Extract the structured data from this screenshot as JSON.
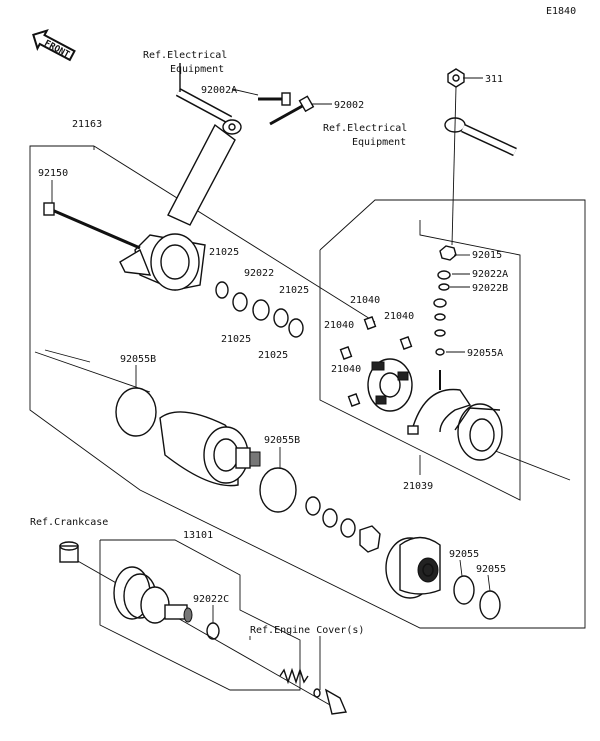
{
  "diagram_id": "E1840",
  "front_label": "FRONT",
  "labels": {
    "ref_electrical_1_line1": "Ref.Electrical",
    "ref_electrical_1_line2": "Equipment",
    "p92002a": "92002A",
    "p92002": "92002",
    "p21163": "21163",
    "p311": "311",
    "ref_electrical_2_line1": "Ref.Electrical",
    "ref_electrical_2_line2": "Equipment",
    "p92150": "92150",
    "p21025_a": "21025",
    "p92022": "92022",
    "p21025_b": "21025",
    "p21025_c": "21025",
    "p21025_d": "21025",
    "p92015": "92015",
    "p92022a": "92022A",
    "p92022b": "92022B",
    "p21040_a": "21040",
    "p21040_b": "21040",
    "p21040_c": "21040",
    "p21040_d": "21040",
    "p92055a": "92055A",
    "p92055b_1": "92055B",
    "p92055b_2": "92055B",
    "p21039": "21039",
    "ref_crankcase": "Ref.Crankcase",
    "p13101": "13101",
    "p92022c": "92022C",
    "p92055_a": "92055",
    "p92055_b": "92055",
    "ref_engine_cover": "Ref.Engine Cover(s)"
  }
}
